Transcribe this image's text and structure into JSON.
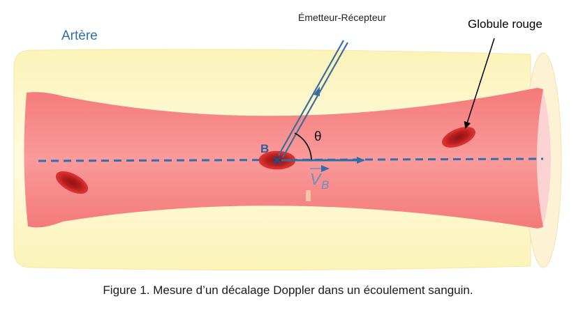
{
  "labels": {
    "artery": "Artère",
    "transducer": "Émetteur-Récepteur",
    "red_cell": "Globule rouge",
    "point_b": "B",
    "angle": "θ",
    "velocity_base": "V",
    "velocity_sub": "B"
  },
  "caption": "Figure 1. Mesure d’un décalage Doppler dans un écoulement sanguin.",
  "colors": {
    "artery_wall": "#fdf6c3",
    "blood": "#f58a8a",
    "red_cell": "#d62c2c",
    "axis": "#2f6fb0",
    "label_blue": "#2f6fa8",
    "text_dark": "#222222"
  }
}
